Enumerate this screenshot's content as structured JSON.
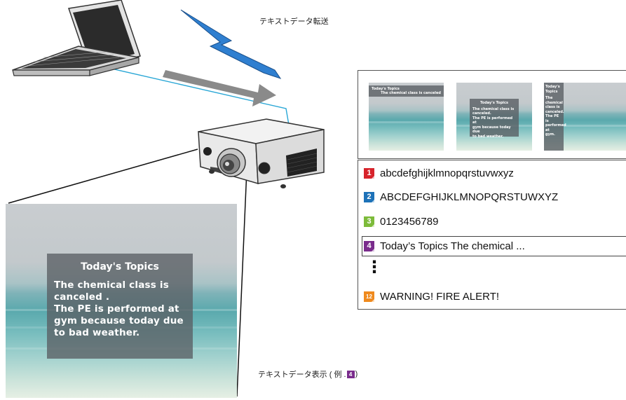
{
  "caption_transfer": "テキストデータ転送",
  "caption_display_prefix": "テキストデータ表示 ( 例 . ",
  "caption_display_badge": "4",
  "caption_display_suffix": ")",
  "big_display": {
    "title": "Today's Topics",
    "body": "The chemical class is\ncanceled .\nThe PE is performed at\ngym because today due\nto bad weather."
  },
  "thumbnails": [
    {
      "title": "Today's Topics",
      "body": "The chemical class is canceled",
      "layout": "top-bar"
    },
    {
      "title": "Today's Topics",
      "body": "The chemical class is\ncanceled.\nThe PE is performed at\ngym because today due\nto bad weather.",
      "layout": "center-box"
    },
    {
      "title": "Today's\nTopics",
      "body": "The\nchemical\nclass is\ncanceled.\nThe PE is\nperformed at\ngym.",
      "layout": "side-bar"
    }
  ],
  "list": {
    "items": [
      {
        "badge": "1",
        "text": "abcdefghijklmnopqrstuvwxyz",
        "color": "#d7232b"
      },
      {
        "badge": "2",
        "text": "ABCDEFGHIJKLMNOPQRSTUWXYZ",
        "color": "#1d72b8"
      },
      {
        "badge": "3",
        "text": "0123456789",
        "color": "#7dbb3a"
      },
      {
        "badge": "4",
        "text": "Today’s Topics The chemical ...",
        "color": "#7a2c8c",
        "selected": true
      },
      {
        "badge": "12",
        "text": "WARNING! FIRE ALERT!",
        "color": "#ef8a1e"
      }
    ],
    "ellipsis": "⋮"
  },
  "colors": {
    "lightning": "#2f7fd0",
    "arrow": "#8a8a8a",
    "cable": "#2aa7d6"
  }
}
